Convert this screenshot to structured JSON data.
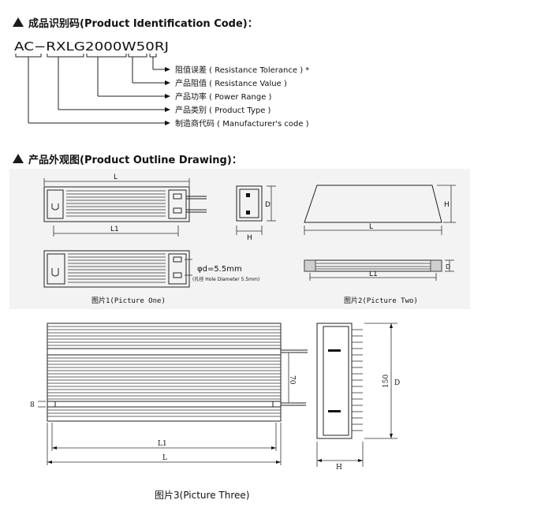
{
  "section1": {
    "triangle_icon": "triangle-icon",
    "title": "成品识别码(Product Identification Code)：",
    "code": "AC−RXLG2000W50RJ",
    "labels": [
      "阻值误差 ( Resistance Tolerance ) *",
      "产品阻值 ( Resistance Value )",
      "产品功率 ( Power Range )",
      "产品类别 ( Product Type )",
      "制造商代码 ( Manufacturer's code )"
    ]
  },
  "section2": {
    "triangle_icon": "triangle-icon",
    "title": "产品外观图(Product Outline Drawing)："
  },
  "picture_one": {
    "dim_L": "L",
    "dim_L1": "L1",
    "dim_D": "D",
    "dim_H": "H",
    "phi_label": "φd=5.5mm",
    "hole_note": "(孔径 Hole Diameter 5.5mm)",
    "caption": "图片1(Picture One)"
  },
  "picture_two": {
    "dim_H": "H",
    "dim_L": "L",
    "dim_L1": "L1",
    "dim_D": "D",
    "caption": "图片2(Picture Two)"
  },
  "picture_three": {
    "dim_8": "8",
    "dim_70": "70",
    "dim_L1": "L1",
    "dim_L": "L",
    "dim_150": "150",
    "dim_D": "D",
    "dim_H": "H",
    "caption": "图片3(Picture Three)"
  }
}
